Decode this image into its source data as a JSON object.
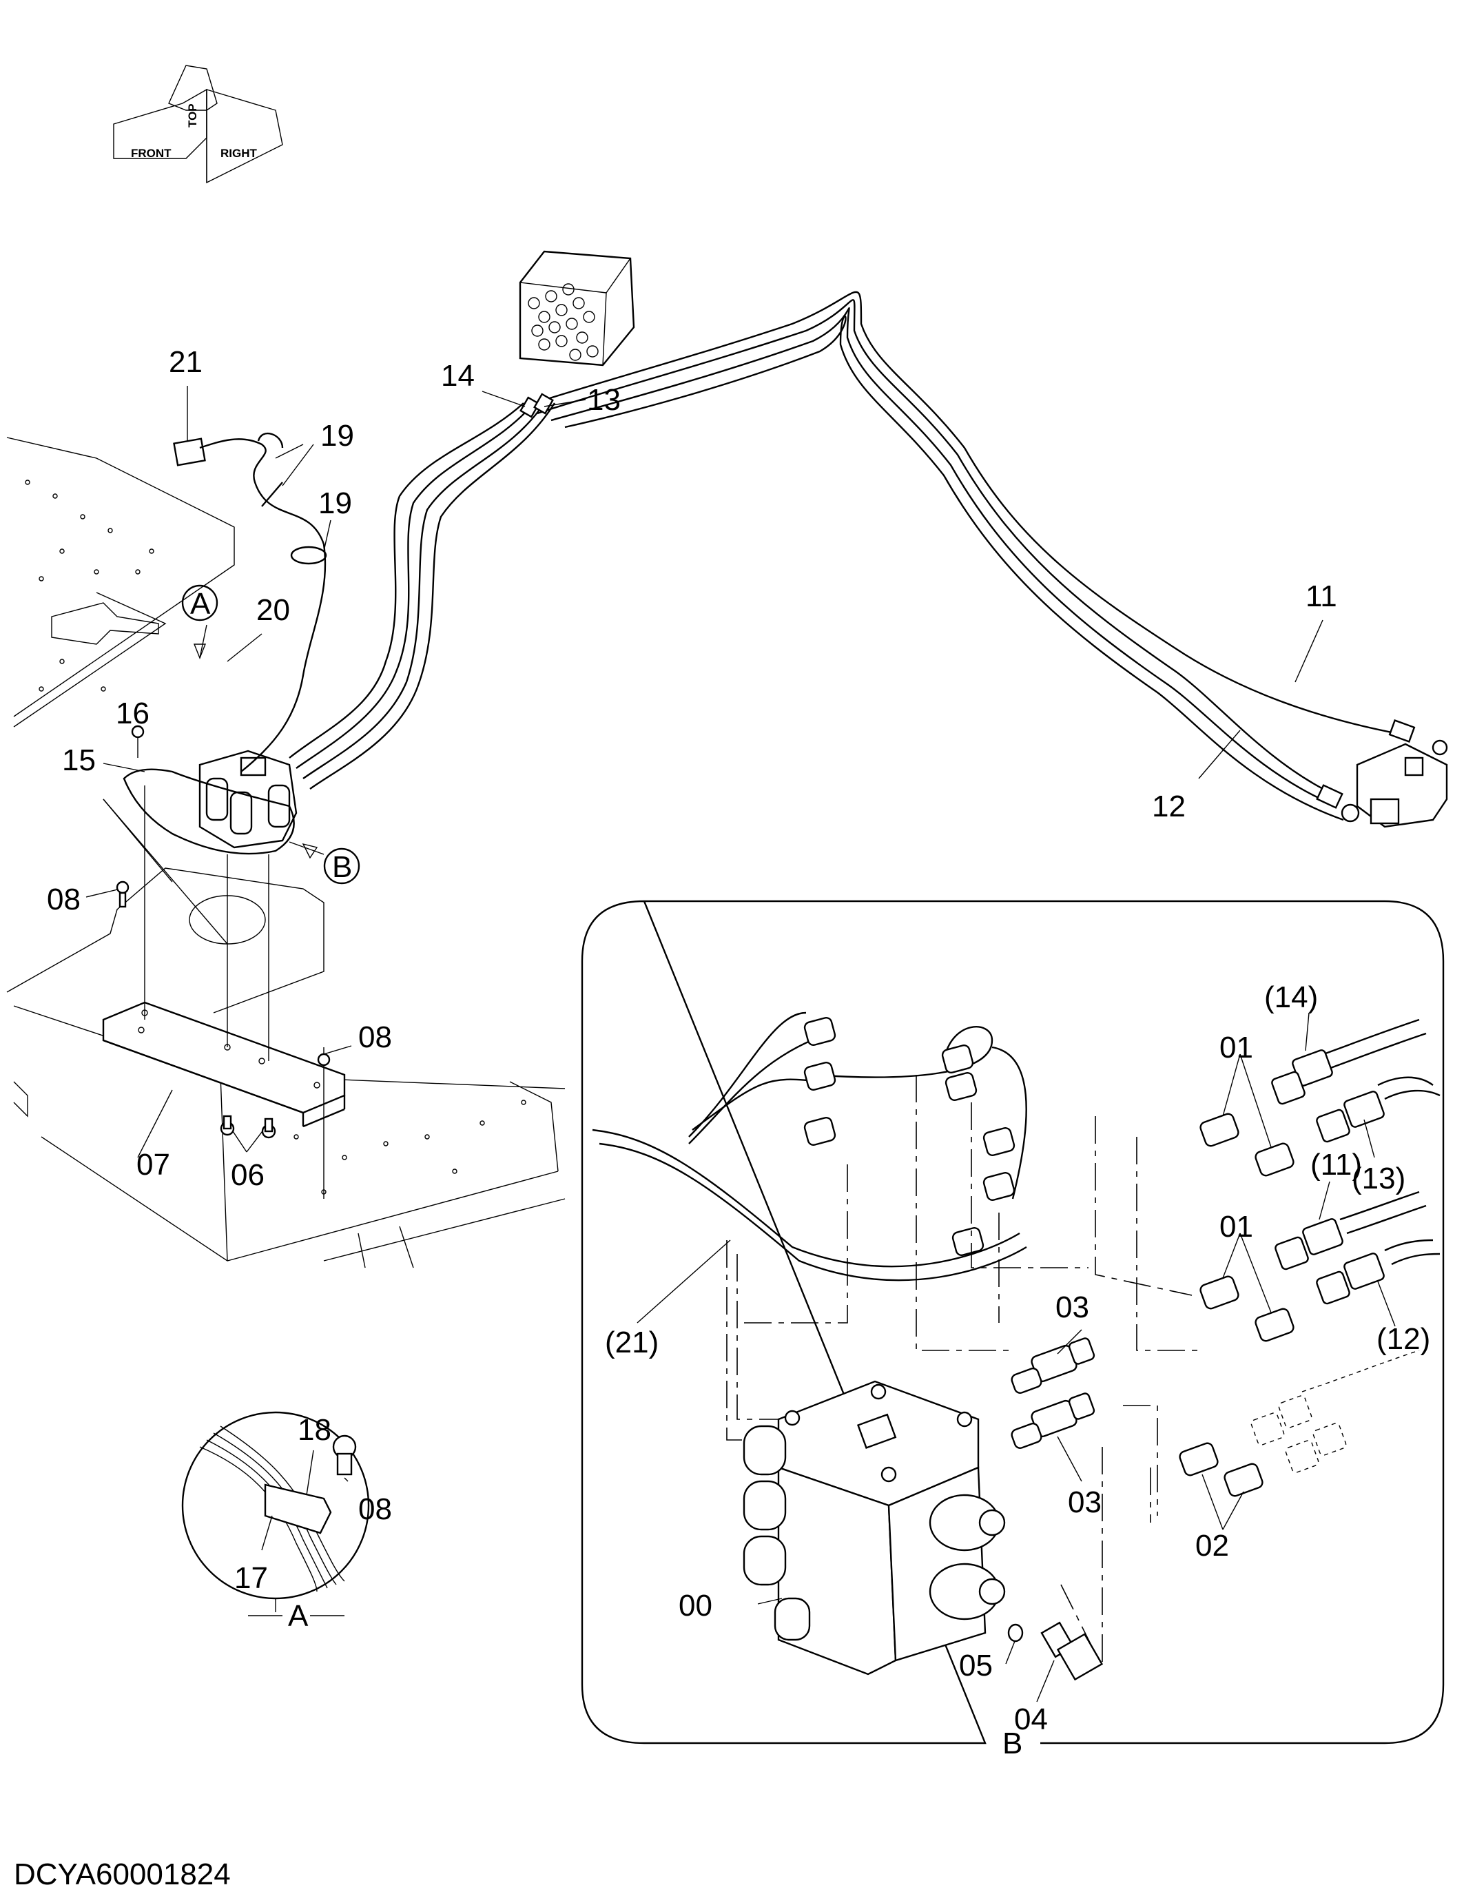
{
  "orientation_indicator": {
    "front": "FRONT",
    "top": "TOP",
    "right": "RIGHT"
  },
  "callouts": {
    "c21": "21",
    "c19a": "19",
    "c19b": "19",
    "c20": "20",
    "c14": "14",
    "c13": "13",
    "c11": "11",
    "c12": "12",
    "c16": "16",
    "c15": "15",
    "c08a": "08",
    "c08b": "08",
    "c07": "07",
    "c06": "06",
    "viewA_marker": "A",
    "viewB_marker": "B"
  },
  "detail_A": {
    "c18": "18",
    "c08": "08",
    "c17": "17",
    "caption": "A"
  },
  "detail_B": {
    "p14": "(14)",
    "p13": "(13)",
    "p11": "(11)",
    "p12": "(12)",
    "p21": "(21)",
    "c01a": "01",
    "c01b": "01",
    "c03a": "03",
    "c03b": "03",
    "c02": "02",
    "c00": "00",
    "c05": "05",
    "c04": "04",
    "caption": "B"
  },
  "drawing_id": "DCYA60001824"
}
